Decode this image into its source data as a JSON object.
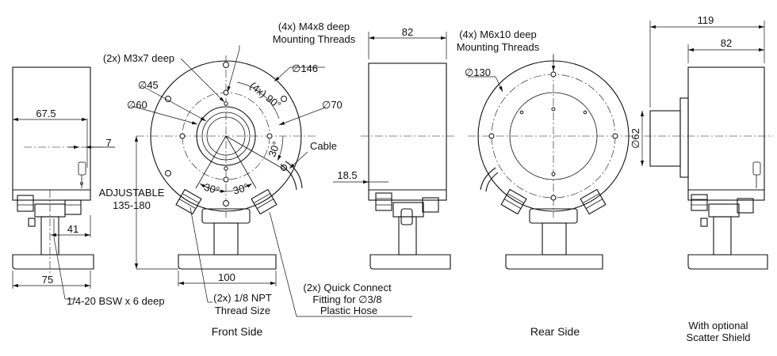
{
  "labels": {
    "m4_threads_l1": "(4x) M4x8 deep",
    "m4_threads_l2": "Mounting Threads",
    "m3_deep": "(2x) M3x7 deep",
    "dia_146": "∅146",
    "dia_45": "∅45",
    "dia_60": "∅60",
    "dia_70": "∅70",
    "angle_4x90": "(4x) 90°",
    "angle_30_right": "30°",
    "angle_30_bl": "30°",
    "angle_30_br": "30°",
    "cable": "Cable",
    "adjustable_l1": "ADJUSTABLE",
    "adjustable_l2": "135-180",
    "dim_67_5": "67.5",
    "dim_7": "7",
    "dim_41": "41",
    "dim_75": "75",
    "dim_100": "100",
    "bsw_thread": "1/4-20 BSW x 6 deep",
    "npt_l1": "(2x) 1/8 NPT",
    "npt_l2": "Thread Size",
    "qc_l1": "(2x) Quick Connect",
    "qc_l2": "Fitting for ∅3/8",
    "qc_l3": "Plastic Hose",
    "dim_82_side": "82",
    "dim_18_5": "18.5",
    "m6_threads_l1": "(4x) M6x10 deep",
    "m6_threads_l2": "Mounting Threads",
    "dia_130": "∅130",
    "dim_119": "119",
    "dim_82_shield": "82",
    "dia_62": "∅62"
  },
  "captions": {
    "front": "Front Side",
    "rear": "Rear Side",
    "shield_l1": "With optional",
    "shield_l2": "Scatter Shield"
  }
}
